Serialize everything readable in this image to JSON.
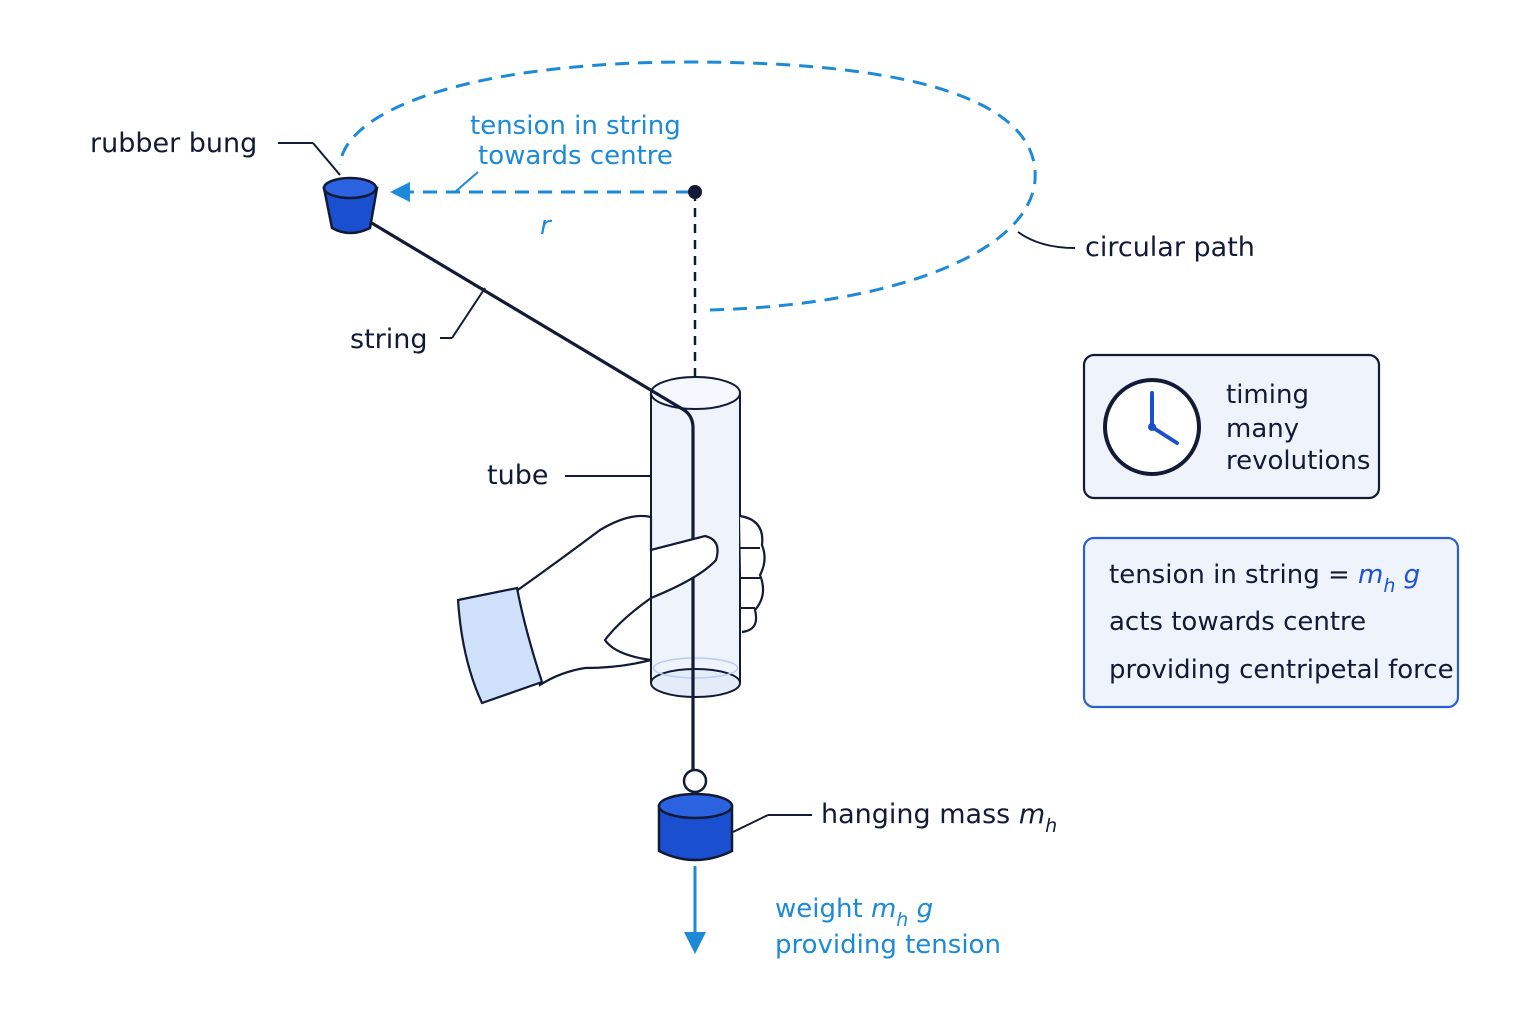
{
  "labels": {
    "rubber_bung": "rubber bung",
    "tension_line1": "tension in string",
    "tension_line2": "towards centre",
    "radius": "r",
    "circular_path": "circular path",
    "string": "string",
    "tube": "tube",
    "hanging_mass": "hanging mass",
    "hanging_mass_symbol": "m",
    "hanging_mass_subscript": "h",
    "weight_word": "weight",
    "weight_symbol": "m",
    "weight_subscript": "h",
    "weight_g": "g",
    "weight_line2": "providing tension"
  },
  "timing_box": {
    "line1": "timing",
    "line2": "many",
    "line3": "revolutions",
    "icon": "clock-icon"
  },
  "tension_box": {
    "line1_prefix": "tension in string =",
    "line1_symbol": "m",
    "line1_subscript": "h",
    "line1_g": "g",
    "line2": "acts towards centre",
    "line3": "providing centripetal force"
  },
  "colors": {
    "ink": "#121a36",
    "accent_blue": "#1d8ad8",
    "object_blue": "#1a4fd0",
    "box_fill": "#eef3fc",
    "box_border_blue": "#2a5fd4"
  }
}
